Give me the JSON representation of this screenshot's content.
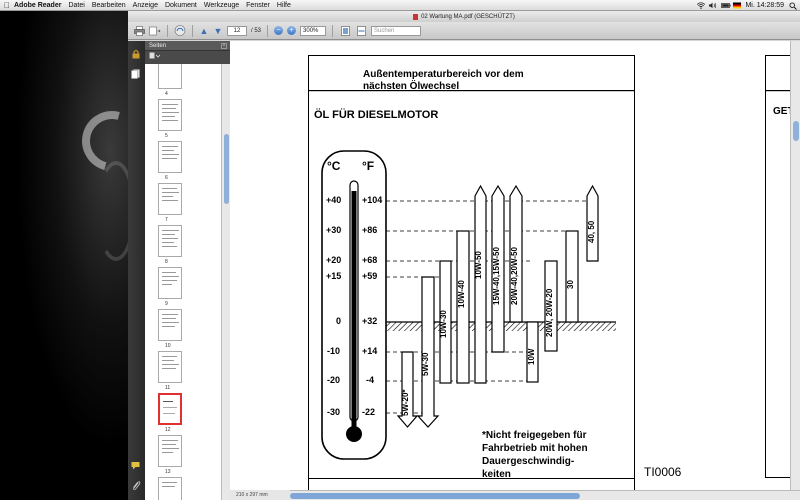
{
  "menubar": {
    "app": "Adobe Reader",
    "menus": [
      "Datei",
      "Bearbeiten",
      "Anzeige",
      "Dokument",
      "Werkzeuge",
      "Fenster",
      "Hilfe"
    ],
    "clock": "Mi. 14:28:59"
  },
  "window": {
    "title": "02 Wartung MA.pdf (GESCHÜTZT)"
  },
  "toolbar": {
    "page_current": "12",
    "page_total": "/ 53",
    "zoom": "300%",
    "search_placeholder": "Suchen"
  },
  "panel": {
    "title": "Seiten",
    "thumb_labels": [
      "4",
      "5",
      "6",
      "7",
      "8",
      "9",
      "10",
      "11",
      "12",
      "13"
    ],
    "selected_page": "12",
    "page_size": "210 x 297 mm"
  },
  "document": {
    "header_line1": "Außentemperaturbereich vor dem",
    "header_line2": "nächsten Ölwechsel",
    "right_header_fragment": "GET",
    "section_title": "ÖL FÜR DIESELMOTOR",
    "celsius_unit": "°C",
    "fahrenheit_unit": "°F",
    "celsius_ticks": [
      "+40",
      "+30",
      "+20",
      "+15",
      "0",
      "-10",
      "-20",
      "-30"
    ],
    "fahrenheit_ticks": [
      "+104",
      "+86",
      "+68",
      "+59",
      "+32",
      "+14",
      "-4",
      "-22"
    ],
    "oil_grades": [
      "5W-20*",
      "5W-30",
      "10W-30",
      "10W-40",
      "10W-50",
      "15W-40,15W-50",
      "20W-40,20W-50",
      "10W",
      "20W, 20W-20",
      "30",
      "40, 50"
    ],
    "footnote_lines": [
      "*Nicht freigegeben für",
      "Fahrbetrieb mit hohen",
      "Dauergeschwindig-",
      "keiten"
    ],
    "figure_id": "TI0006"
  }
}
